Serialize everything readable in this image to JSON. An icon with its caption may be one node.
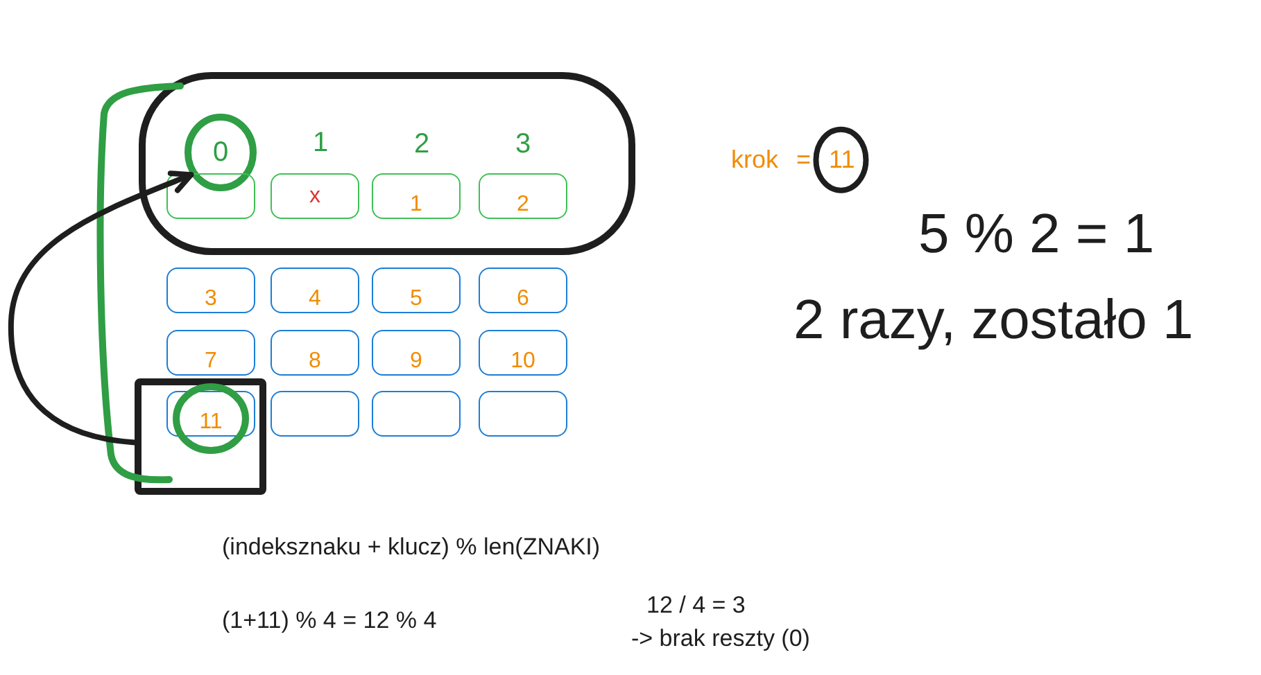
{
  "diagram": {
    "nodes": [
      {
        "text": [],
        "shape": "ellipse"
      },
      {
        "text": [
          "0"
        ],
        "in": 0
      },
      {
        "text": [],
        "shape": "box",
        "in": 0
      },
      {
        "text": [
          "x"
        ],
        "in": 0
      },
      {
        "text": [
          "1"
        ],
        "in": 0
      },
      {
        "text": [
          "2"
        ],
        "in": 0
      },
      {
        "text": [
          "3"
        ]
      },
      {
        "text": [
          "4"
        ]
      },
      {
        "text": [
          "5"
        ]
      },
      {
        "text": [
          "6"
        ]
      },
      {
        "text": [
          "7"
        ]
      },
      {
        "text": [
          "8"
        ]
      },
      {
        "text": [
          "9"
        ]
      },
      {
        "text": [
          "10"
        ]
      },
      {
        "text": [],
        "shape": "box"
      },
      {
        "text": [
          "11"
        ],
        "in": 14
      },
      {
        "text": [],
        "shape": "box"
      },
      {
        "text": [],
        "shape": "box"
      },
      {
        "text": [],
        "shape": "box"
      }
    ],
    "edges": [
      {
        "from": 14,
        "to": 1,
        "arrow": "to"
      }
    ],
    "labels": [
      "1",
      "2",
      "3",
      "krok = 11",
      "5 % 2 = 1",
      "2 razy, zostało 1",
      "(indeksznaku + klucz) % len(ZNAKI)",
      "(1+11) % 4 = 12 % 4",
      "12 / 4 = 3",
      "-> brak reszty (0)"
    ]
  }
}
